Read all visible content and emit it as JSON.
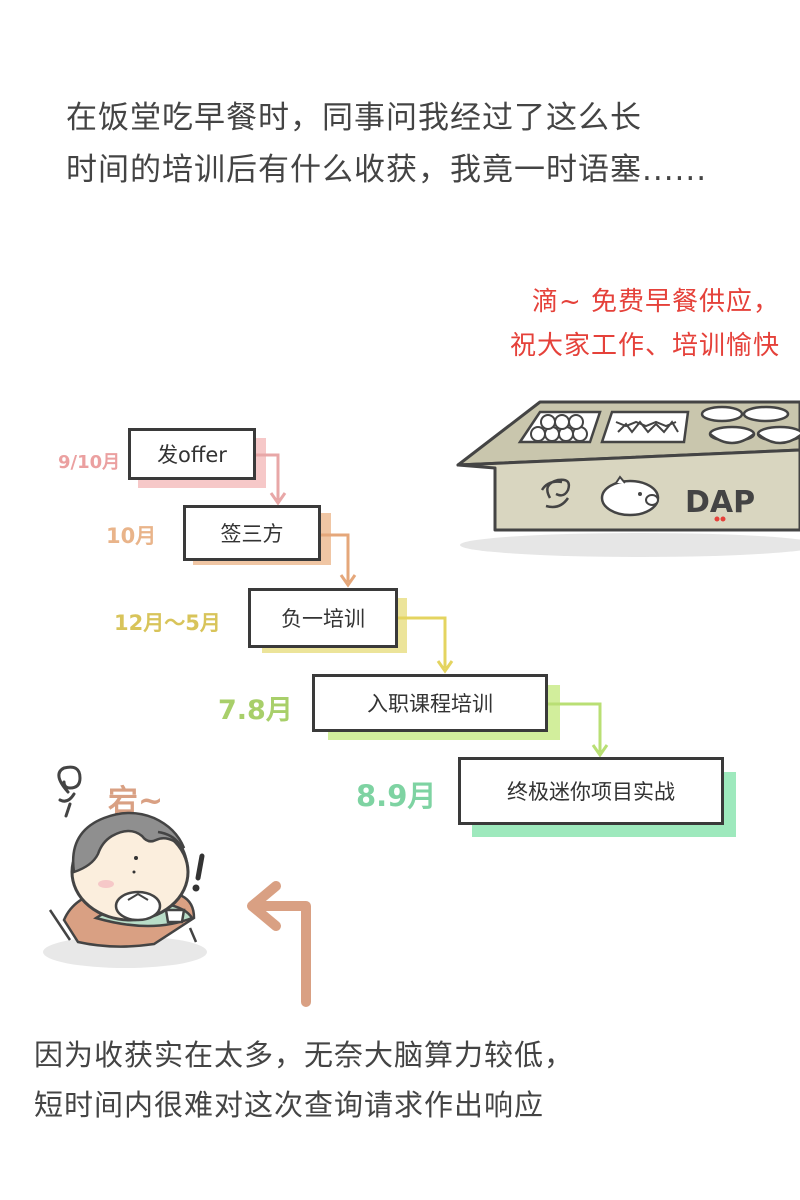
{
  "intro": {
    "line1": "在饭堂吃早餐时，同事问我经过了这么长",
    "line2": "时间的培训后有什么收获，我竟一时语塞......"
  },
  "notice": {
    "line1": "滴~ 免费早餐供应，",
    "line2": "祝大家工作、培训愉快"
  },
  "counter": {
    "logo_text": "DAP"
  },
  "timeline": [
    {
      "date": "9/10月",
      "label": "发offer",
      "date_color": "#eba0a0",
      "shadow_color": "#f6c8c8",
      "arrow_color": "#e8a7a7"
    },
    {
      "date": "10月",
      "label": "签三方",
      "date_color": "#e9b48a",
      "shadow_color": "#f0c6a4",
      "arrow_color": "#e5a77a"
    },
    {
      "date": "12月～5月",
      "label": "负一培训",
      "date_color": "#d8c45a",
      "shadow_color": "#ece49a",
      "arrow_color": "#e4d460"
    },
    {
      "date": "7.8月",
      "label": "入职课程培训",
      "date_color": "#a8cf6a",
      "shadow_color": "#d2ee9c",
      "arrow_color": "#b9df74"
    },
    {
      "date": "8.9月",
      "label": "终极迷你项目实战",
      "date_color": "#7ed3a2",
      "shadow_color": "#9ee9bd",
      "arrow_color": ""
    }
  ],
  "character": {
    "thought": "宕~"
  },
  "outro": {
    "line1": "因为收获实在太多，无奈大脑算力较低，",
    "line2": "短时间内很难对这次查询请求作出响应"
  }
}
